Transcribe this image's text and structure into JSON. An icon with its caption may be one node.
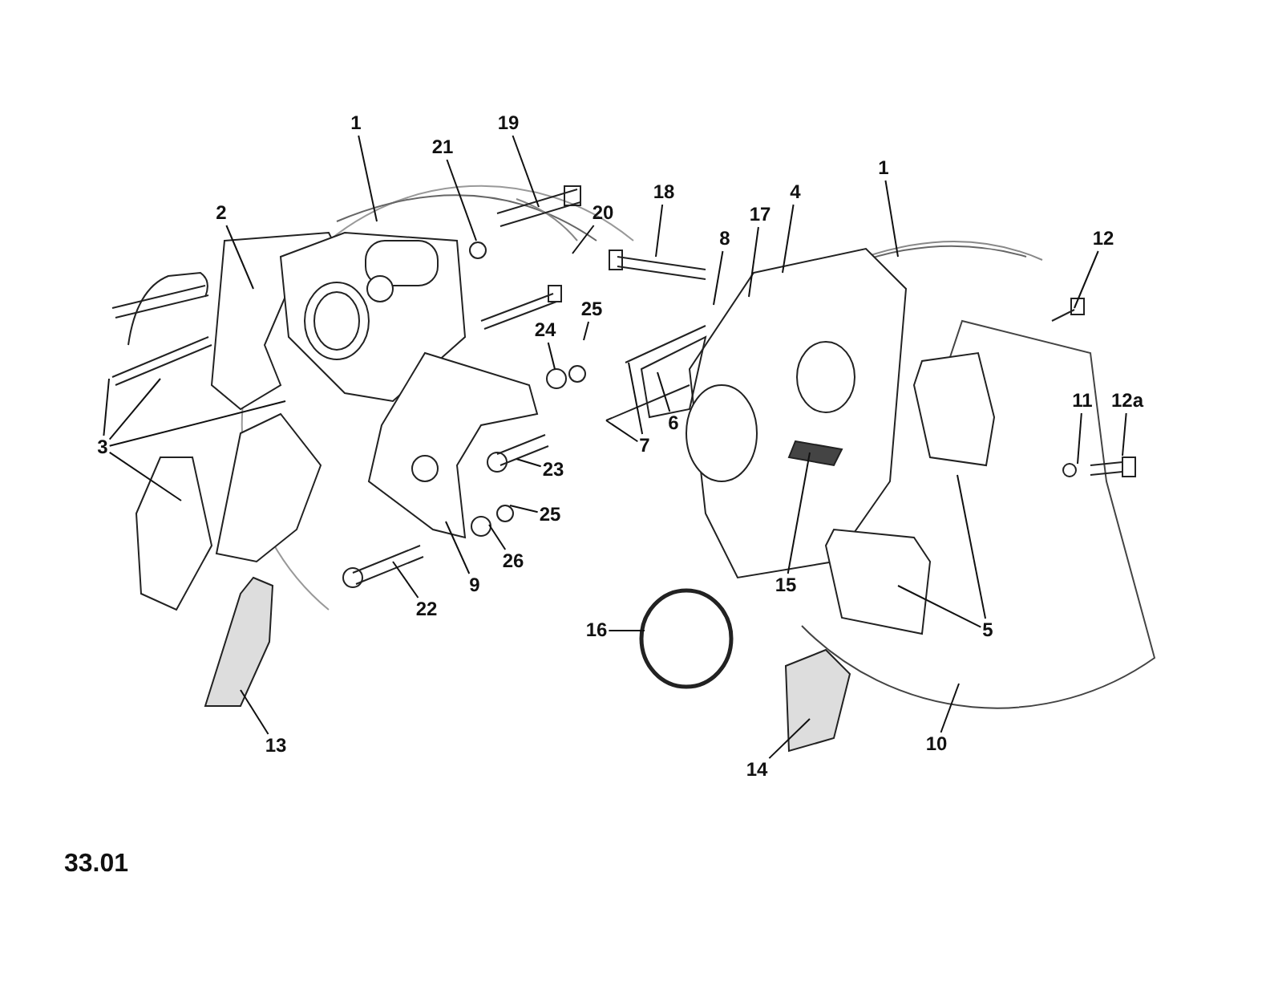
{
  "diagram": {
    "nodes": [
      {
        "text": [
          "1"
        ]
      },
      {
        "text": [
          "21"
        ]
      },
      {
        "text": [
          "19"
        ]
      },
      {
        "text": [
          "2"
        ]
      },
      {
        "text": [
          "20"
        ]
      },
      {
        "text": [
          "25"
        ]
      },
      {
        "text": [
          "24"
        ]
      },
      {
        "text": [
          "3"
        ]
      },
      {
        "text": [
          "23"
        ]
      },
      {
        "text": [
          "25"
        ]
      },
      {
        "text": [
          "26"
        ]
      },
      {
        "text": [
          "9"
        ]
      },
      {
        "text": [
          "22"
        ]
      },
      {
        "text": [
          "13"
        ]
      },
      {
        "text": [
          "18"
        ]
      },
      {
        "text": [
          "8"
        ]
      },
      {
        "text": [
          "17"
        ]
      },
      {
        "text": [
          "4"
        ]
      },
      {
        "text": [
          "1"
        ]
      },
      {
        "text": [
          "12"
        ]
      },
      {
        "text": [
          "6"
        ]
      },
      {
        "text": [
          "7"
        ]
      },
      {
        "text": [
          "11"
        ]
      },
      {
        "text": [
          "12a"
        ]
      },
      {
        "text": [
          "15"
        ]
      },
      {
        "text": [
          "5"
        ]
      },
      {
        "text": [
          "16"
        ]
      },
      {
        "text": [
          "10"
        ]
      },
      {
        "text": [
          "14"
        ]
      }
    ],
    "edges": [
      {
        "from": 0,
        "to": null,
        "arrow": "none"
      },
      {
        "from": 1,
        "to": null,
        "arrow": "none"
      },
      {
        "from": 2,
        "to": null,
        "arrow": "none"
      },
      {
        "from": 3,
        "to": null,
        "arrow": "none"
      },
      {
        "from": 4,
        "to": null,
        "arrow": "none"
      },
      {
        "from": 5,
        "to": null,
        "arrow": "none"
      },
      {
        "from": 6,
        "to": null,
        "arrow": "none"
      },
      {
        "from": 7,
        "to": null,
        "arrow": "none"
      },
      {
        "from": 7,
        "to": null,
        "arrow": "none"
      },
      {
        "from": 7,
        "to": null,
        "arrow": "none"
      },
      {
        "from": 7,
        "to": null,
        "arrow": "none"
      },
      {
        "from": 8,
        "to": null,
        "arrow": "none"
      },
      {
        "from": 9,
        "to": null,
        "arrow": "none"
      },
      {
        "from": 10,
        "to": null,
        "arrow": "none"
      },
      {
        "from": 11,
        "to": null,
        "arrow": "none"
      },
      {
        "from": 12,
        "to": null,
        "arrow": "none"
      },
      {
        "from": 13,
        "to": null,
        "arrow": "none"
      },
      {
        "from": 14,
        "to": null,
        "arrow": "none"
      },
      {
        "from": 15,
        "to": null,
        "arrow": "none"
      },
      {
        "from": 16,
        "to": null,
        "arrow": "none"
      },
      {
        "from": 17,
        "to": null,
        "arrow": "none"
      },
      {
        "from": 18,
        "to": null,
        "arrow": "none"
      },
      {
        "from": 19,
        "to": null,
        "arrow": "none"
      },
      {
        "from": 20,
        "to": null,
        "arrow": "none"
      },
      {
        "from": 21,
        "to": null,
        "arrow": "none"
      },
      {
        "from": 21,
        "to": null,
        "arrow": "none"
      },
      {
        "from": 22,
        "to": null,
        "arrow": "none"
      },
      {
        "from": 23,
        "to": null,
        "arrow": "none"
      },
      {
        "from": 24,
        "to": null,
        "arrow": "none"
      },
      {
        "from": 25,
        "to": null,
        "arrow": "none"
      },
      {
        "from": 25,
        "to": null,
        "arrow": "none"
      },
      {
        "from": 26,
        "to": null,
        "arrow": "none"
      },
      {
        "from": 27,
        "to": null,
        "arrow": "none"
      },
      {
        "from": 28,
        "to": null,
        "arrow": "none"
      }
    ],
    "labels": [
      "33.01"
    ]
  }
}
